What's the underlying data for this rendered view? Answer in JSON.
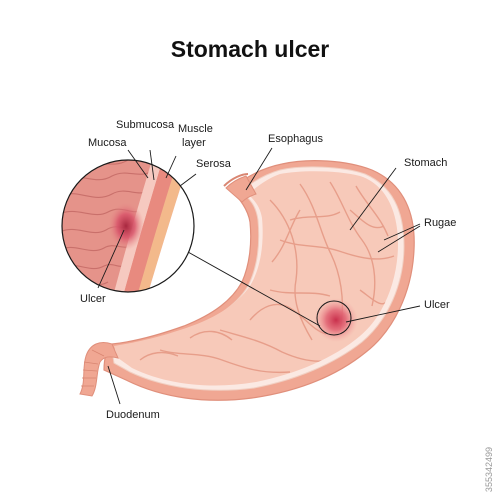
{
  "title": "Stomach ulcer",
  "labels": {
    "submucosa": "Submucosa",
    "mucosa": "Mucosa",
    "muscle_layer_line1": "Muscle",
    "muscle_layer_line2": "layer",
    "serosa": "Serosa",
    "esophagus": "Esophagus",
    "stomach": "Stomach",
    "rugae": "Rugae",
    "ulcer_inset": "Ulcer",
    "ulcer_stomach": "Ulcer",
    "duodenum": "Duodenum"
  },
  "watermark": "355342499",
  "colors": {
    "stomach_outer": "#f0a793",
    "stomach_wall": "#fbe9e3",
    "stomach_inner": "#f7c9b9",
    "rugae": "#e59a86",
    "ulcer": "#d8485f",
    "serosa_band": "#f3b98b",
    "mucosa_tissue": "#e5938a"
  }
}
